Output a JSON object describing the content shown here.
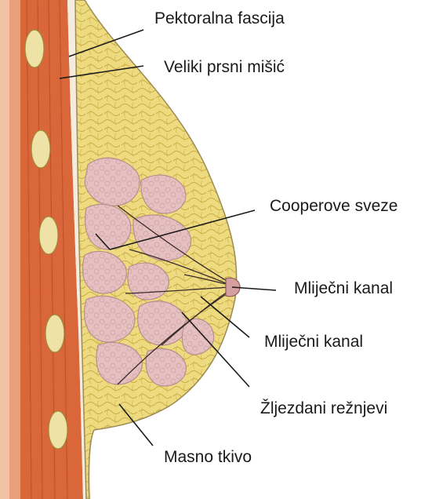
{
  "labels": {
    "pectoral_fascia": "Pektoralna fascija",
    "pectoralis_major": "Veliki prsni mišić",
    "cooper_ligaments": "Cooperove sveze",
    "milk_duct_1": "Mliječni kanal",
    "milk_duct_2": "Mliječni kanal",
    "glandular_lobes": "Žljezdani režnjevi",
    "fat_tissue": "Masno tkivo"
  },
  "colors": {
    "fat": "#eedb80",
    "fat_lobule_edge": "#c9ad45",
    "muscle": "#d9673a",
    "muscle_dark": "#b54a24",
    "rib": "#efe2a6",
    "lobe": "#e6c0c0",
    "lobe_edge": "#b88e8e",
    "skin_edge": "#9c8a55",
    "leader": "#1a1a1a"
  }
}
